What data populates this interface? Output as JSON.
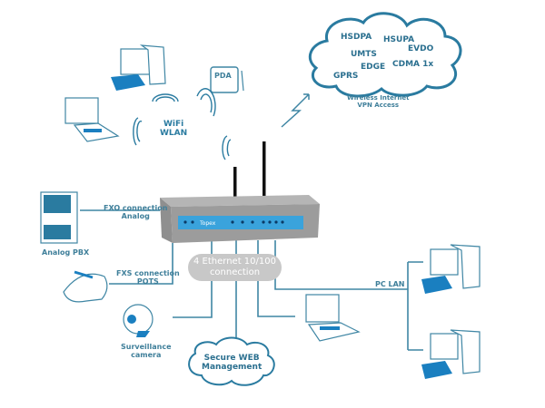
{
  "colors": {
    "line": "#3f86a4",
    "accent": "#1a7fc0",
    "router": "#9a9a9a",
    "panel": "#3aa3dc",
    "ethernet_bubble": "#c8c8c8"
  },
  "cloud_3g": {
    "technologies": [
      "HSDPA",
      "HSUPA",
      "EVDO",
      "UMTS",
      "EDGE",
      "CDMA 1x",
      "GPRS"
    ],
    "caption_line1": "Wireless Internet",
    "caption_line2": "VPN Access"
  },
  "wifi": {
    "line1": "WiFi",
    "line2": "WLAN"
  },
  "pda": {
    "label": "PDA"
  },
  "fxo": {
    "line1": "FXO connection",
    "line2": "Analog"
  },
  "fxs": {
    "line1": "FXS connection",
    "line2": "POTS"
  },
  "pbx": {
    "label": "Analog PBX"
  },
  "ethernet": {
    "line1": "4 Ethernet 10/100",
    "line2": "connection"
  },
  "camera": {
    "line1": "Surveillance",
    "line2": "camera"
  },
  "web": {
    "line1": "Secure WEB",
    "line2": "Management"
  },
  "lan": {
    "label": "PC LAN"
  },
  "router": {
    "brand": "Topex"
  }
}
